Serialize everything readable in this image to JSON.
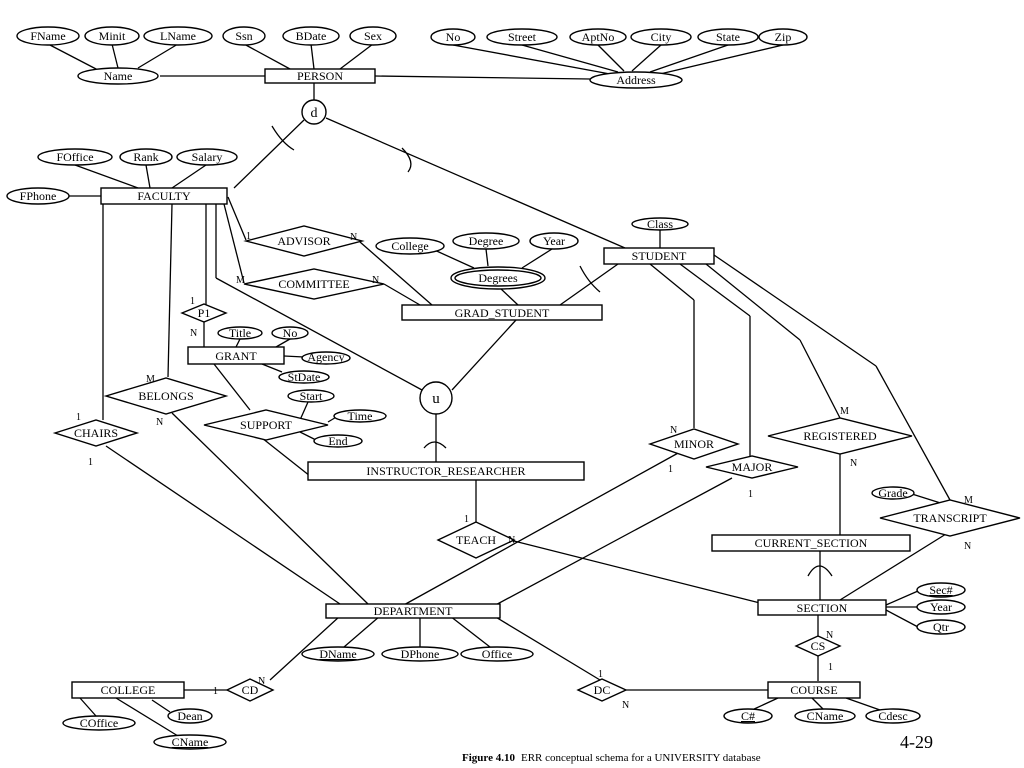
{
  "entities": {
    "person": "PERSON",
    "faculty": "FACULTY",
    "student": "STUDENT",
    "grad_student": "GRAD_STUDENT",
    "grant": "GRANT",
    "instructor_researcher": "INSTRUCTOR_RESEARCHER",
    "department": "DEPARTMENT",
    "college": "COLLEGE",
    "course": "COURSE",
    "section": "SECTION",
    "current_section": "CURRENT_SECTION"
  },
  "relationships": {
    "advisor": "ADVISOR",
    "committee": "COMMITTEE",
    "p1": "P1",
    "belongs": "BELONGS",
    "chairs": "CHAIRS",
    "support": "SUPPORT",
    "teach": "TEACH",
    "minor": "MINOR",
    "major": "MAJOR",
    "registered": "REGISTERED",
    "transcript": "TRANSCRIPT",
    "cd": "CD",
    "dc": "DC",
    "cs": "CS"
  },
  "attributes": {
    "fname": "FName",
    "minit": "Minit",
    "lname": "LName",
    "ssn": "Ssn",
    "bdate": "BDate",
    "sex": "Sex",
    "name": "Name",
    "no": "No",
    "street": "Street",
    "aptno": "AptNo",
    "city": "City",
    "state": "State",
    "zip": "Zip",
    "address": "Address",
    "foffice": "FOffice",
    "rank": "Rank",
    "salary": "Salary",
    "fphone": "FPhone",
    "class": "Class",
    "college": "College",
    "degree": "Degree",
    "year": "Year",
    "degrees": "Degrees",
    "title": "Title",
    "grant_no": "No",
    "agency": "Agency",
    "stdate": "StDate",
    "start": "Start",
    "time": "Time",
    "end": "End",
    "grade": "Grade",
    "sec_no": "Sec#",
    "sec_year": "Year",
    "qtr": "Qtr",
    "dname": "DName",
    "dphone": "DPhone",
    "office": "Office",
    "coffice": "COffice",
    "dean": "Dean",
    "cname_college": "CName",
    "c_no": "C#",
    "cname_course": "CName",
    "cdesc": "Cdesc"
  },
  "specialization": {
    "disjoint": "d",
    "union": "u"
  },
  "cardinalities": {
    "advisor_faculty": "1",
    "advisor_grad": "N",
    "committee_faculty": "M",
    "committee_grad": "N",
    "p1_top": "1",
    "p1_left": "N",
    "belongs_faculty": "M",
    "belongs_dept": "N",
    "chairs_faculty": "1",
    "chairs_dept": "1",
    "teach_ir": "1",
    "teach_section": "N",
    "minor_student": "N",
    "minor_dept": "1",
    "major_dept": "1",
    "registered_student": "M",
    "registered_section": "N",
    "transcript_student": "M",
    "transcript_section": "N",
    "cd_college": "1",
    "cd_dept": "N",
    "dc_dept": "1",
    "dc_course": "N",
    "cs_section": "N",
    "cs_course": "1"
  },
  "caption": {
    "label": "Figure 4.10",
    "text": "ERR conceptual schema for a UNIVERSITY database",
    "page": "4-29"
  }
}
